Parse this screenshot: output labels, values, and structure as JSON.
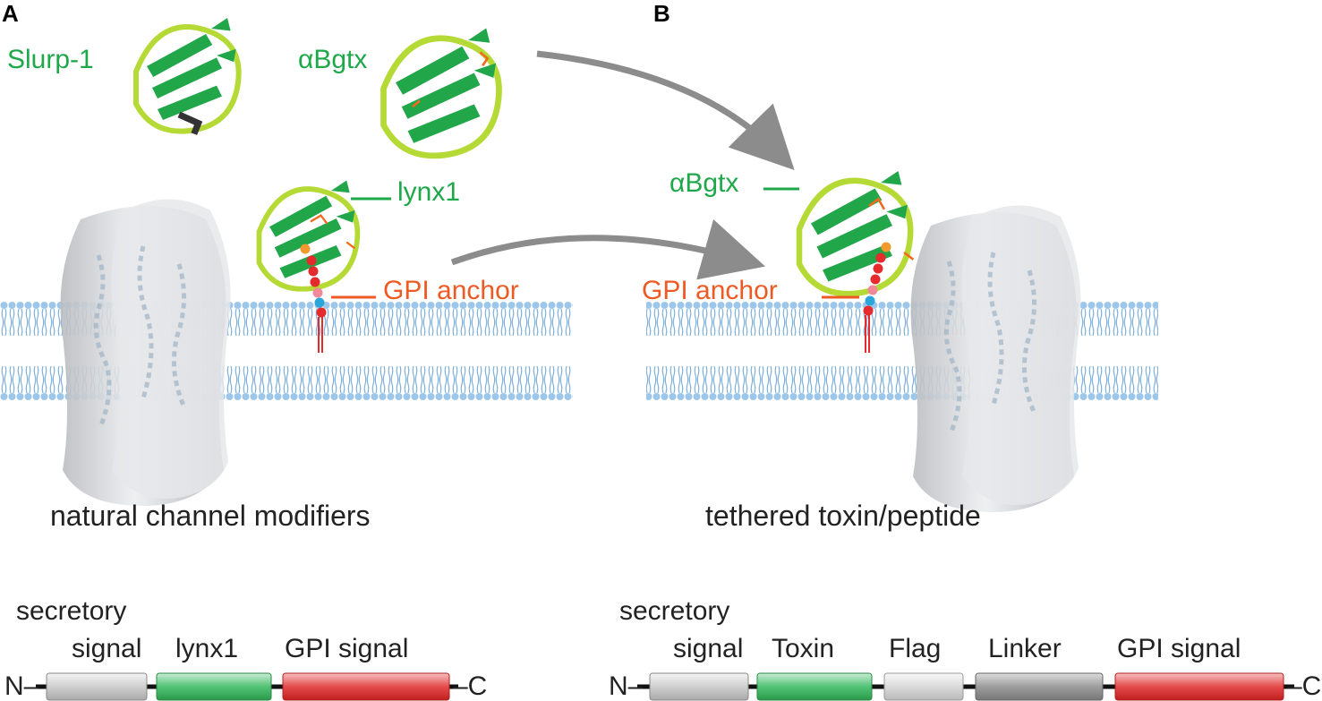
{
  "panels": {
    "a": {
      "letter": "A",
      "secreted_label": "Slurp-1",
      "toxin_label": "αBgtx",
      "tethered_label": "lynx1",
      "anchor_label": "GPI anchor",
      "caption": "natural channel modifiers",
      "construct": {
        "n_terminus": "N–",
        "c_terminus": "–C",
        "segments": [
          {
            "label_line1": "secretory",
            "label_line2": "signal",
            "color": "#c8c8c8"
          },
          {
            "label_line1": "",
            "label_line2": "lynx1",
            "color": "#3fb55f"
          },
          {
            "label_line1": "",
            "label_line2": "GPI signal",
            "color": "#e03030"
          }
        ]
      }
    },
    "b": {
      "letter": "B",
      "toxin_label": "αBgtx",
      "anchor_label": "GPI anchor",
      "caption": "tethered toxin/peptide",
      "construct": {
        "n_terminus": "N–",
        "c_terminus": "–C",
        "segments": [
          {
            "label_line1": "secretory",
            "label_line2": "signal",
            "color": "#c8c8c8"
          },
          {
            "label_line1": "",
            "label_line2": "Toxin",
            "color": "#3fb55f"
          },
          {
            "label_line1": "",
            "label_line2": "Flag",
            "color": "#d0d0d0"
          },
          {
            "label_line1": "",
            "label_line2": "Linker",
            "color": "#9a9a9a"
          },
          {
            "label_line1": "",
            "label_line2": "GPI signal",
            "color": "#e03030"
          }
        ]
      }
    }
  },
  "colors": {
    "protein_green": "#1ea84a",
    "anchor_orange": "#ee5a24",
    "membrane_blue": "#8fbfe3",
    "arrow_gray": "#8c8c8c"
  }
}
